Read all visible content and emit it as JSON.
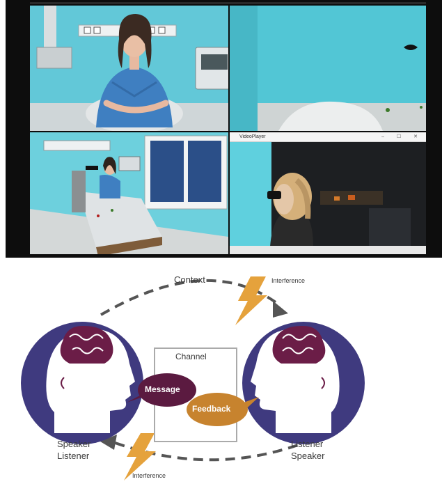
{
  "video_window": {
    "title": "VideoPlayer",
    "controls": "–  ☐  ✕"
  },
  "diagram": {
    "context": "Context",
    "interference_top": "Interference",
    "interference_bottom": "Interference",
    "channel": "Channel",
    "message": "Message",
    "feedback": "Feedback",
    "left_role_1": "Speaker",
    "left_role_2": "Listener",
    "right_role_1": "Listener",
    "right_role_2": "Speaker"
  },
  "colors": {
    "head_purple": "#3f3a7f",
    "brain_maroon": "#6b1d47",
    "message_bubble": "#5b1a40",
    "feedback_bubble": "#c7832e",
    "lightning": "#e5a23c",
    "arrow_gray": "#555555"
  }
}
